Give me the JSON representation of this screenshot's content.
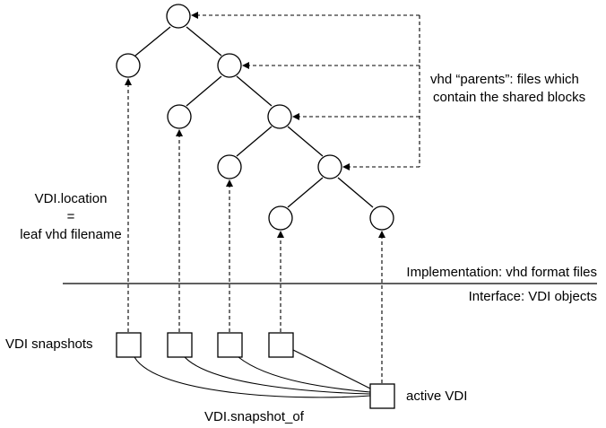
{
  "labels": {
    "vhd_parents_line1": "vhd “parents”: files which",
    "vhd_parents_line2": "contain the shared blocks",
    "vdi_location_line1": "VDI.location",
    "vdi_location_line2": "=",
    "vdi_location_line3": "leaf vhd filename",
    "implementation": "Implementation: vhd format files",
    "interface": "Interface: VDI objects",
    "vdi_snapshots": "VDI snapshots",
    "active_vdi": "active VDI",
    "snapshot_of": "VDI.snapshot_of"
  },
  "colors": {
    "stroke": "#000000",
    "background": "#ffffff"
  }
}
